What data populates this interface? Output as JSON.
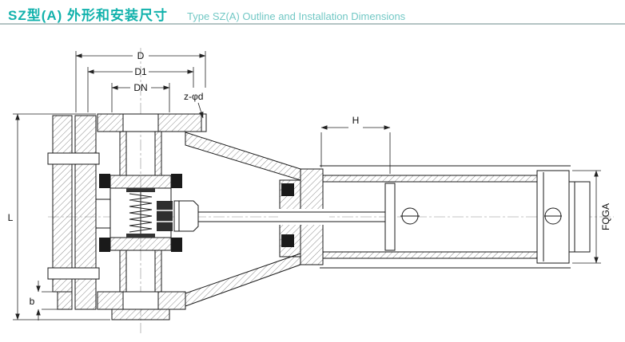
{
  "header": {
    "title_cn": "SZ型(A) 外形和安装尺寸",
    "title_en": "Type SZ(A) Outline and Installation Dimensions",
    "accent_color": "#12b2ac",
    "subtitle_color": "#72c8c5",
    "rule_color": "#b4c4c4"
  },
  "drawing": {
    "line_color": "#1a1a1a",
    "labels": {
      "D": "D",
      "D1": "D1",
      "DN": "DN",
      "zd": "z-φd",
      "H": "H",
      "L": "L",
      "b": "b",
      "FQGA": "FQGA"
    }
  }
}
